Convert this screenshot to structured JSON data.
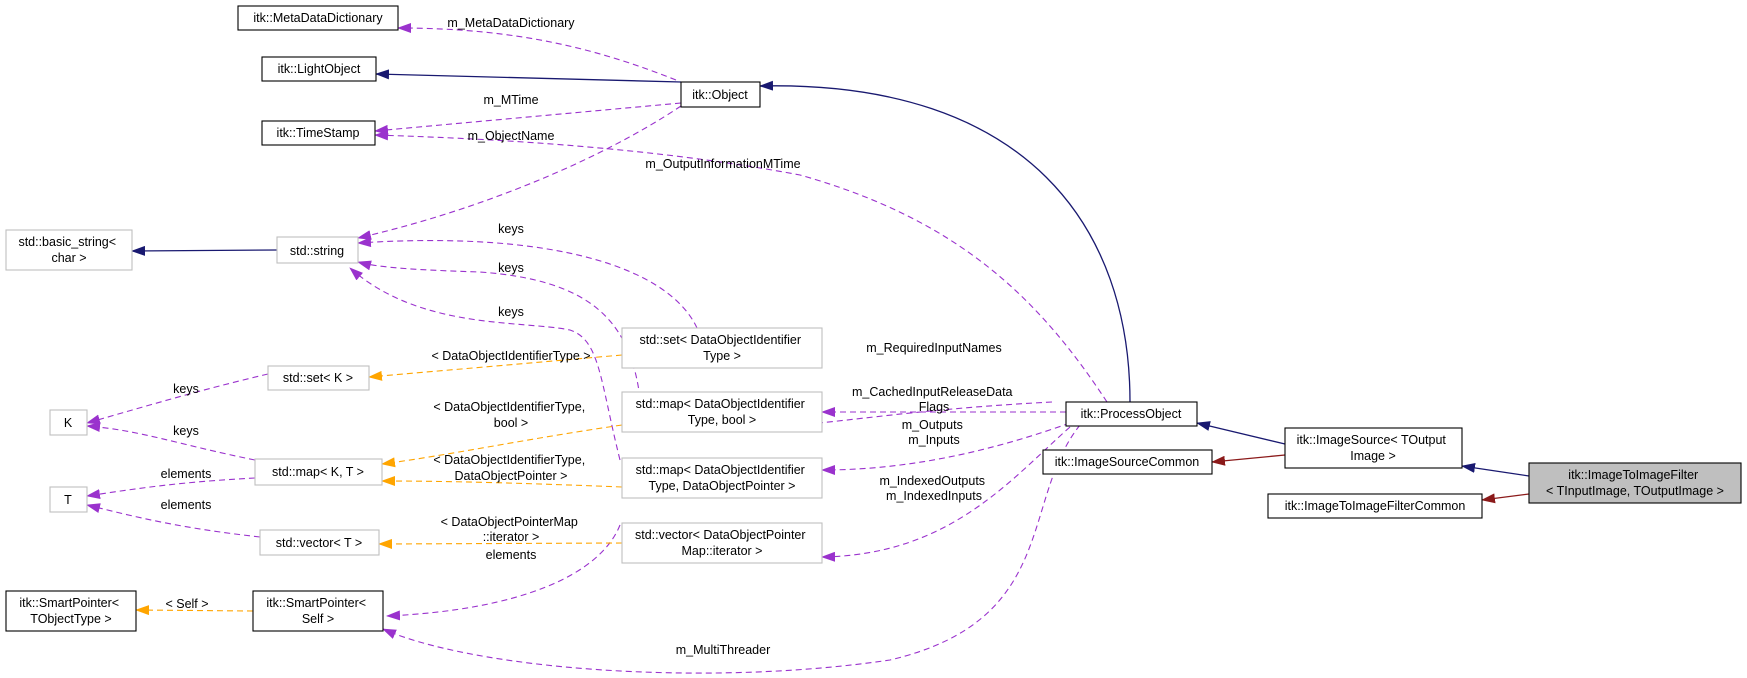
{
  "nodes": {
    "metadatadictionary": [
      "itk::MetaDataDictionary"
    ],
    "lightobject": [
      "itk::LightObject"
    ],
    "object": [
      "itk::Object"
    ],
    "timestamp": [
      "itk::TimeStamp"
    ],
    "basic_string": [
      "std::basic_string<",
      "char >"
    ],
    "string": [
      "std::string"
    ],
    "set_k": [
      "std::set< K >"
    ],
    "k": [
      "K"
    ],
    "map_kt": [
      "std::map< K, T >"
    ],
    "t": [
      "T"
    ],
    "vector_t": [
      "std::vector< T >"
    ],
    "smartptr_tobj": [
      "itk::SmartPointer<",
      "TObjectType >"
    ],
    "smartptr_self": [
      "itk::SmartPointer<",
      "Self >"
    ],
    "set_doit": [
      "std::set< DataObjectIdentifier",
      "Type >"
    ],
    "map_doit_bool": [
      "std::map< DataObjectIdentifier",
      "Type, bool >"
    ],
    "map_doit_dop": [
      "std::map< DataObjectIdentifier",
      "Type, DataObjectPointer >"
    ],
    "vector_dopm": [
      "std::vector< DataObjectPointer",
      "Map::iterator >"
    ],
    "processobject": [
      "itk::ProcessObject"
    ],
    "imagesourcecommon": [
      "itk::ImageSourceCommon"
    ],
    "imagesource": [
      "itk::ImageSource< TOutput",
      "Image >"
    ],
    "imagetoimagefiltercommon": [
      "itk::ImageToImageFilterCommon"
    ],
    "imagetoimagefilter": [
      "itk::ImageToImageFilter",
      "< TInputImage, TOutputImage >"
    ]
  },
  "edge_labels": {
    "m_metadatadictionary": [
      "m_MetaDataDictionary"
    ],
    "m_mtime": [
      "m_MTime"
    ],
    "m_objectname": [
      "m_ObjectName"
    ],
    "m_outputinformationmtime": [
      "m_OutputInformationMTime"
    ],
    "keys_set": [
      "keys"
    ],
    "keys_map_bool": [
      "keys"
    ],
    "keys_map_dop": [
      "keys"
    ],
    "keys_k_set": [
      "keys"
    ],
    "keys_k_map": [
      "keys"
    ],
    "elements_t_map": [
      "elements"
    ],
    "elements_t_vec": [
      "elements"
    ],
    "elements_smart": [
      "elements"
    ],
    "tmpl_set": [
      "< DataObjectIdentifierType >"
    ],
    "tmpl_map_bool": [
      "< DataObjectIdentifierType,",
      "bool >"
    ],
    "tmpl_map_dop": [
      "< DataObjectIdentifierType,",
      "DataObjectPointer >"
    ],
    "tmpl_vector": [
      "< DataObjectPointerMap",
      "::iterator >"
    ],
    "tmpl_self": [
      "< Self >"
    ],
    "m_requiredinputnames": [
      "m_RequiredInputNames"
    ],
    "m_cachedinputrelease": [
      "m_CachedInputReleaseData",
      "Flags"
    ],
    "m_outputs_inputs": [
      "m_Outputs",
      "m_Inputs"
    ],
    "m_indexed": [
      "m_IndexedOutputs",
      "m_IndexedInputs"
    ],
    "m_multithreader": [
      "m_MultiThreader"
    ]
  },
  "colors": {
    "inheritance": "#191970",
    "private_inheritance": "#8b1a1a",
    "usage": "#9a32cd",
    "template_instance": "#ffa500",
    "focus_fill": "#bfbfbf"
  }
}
